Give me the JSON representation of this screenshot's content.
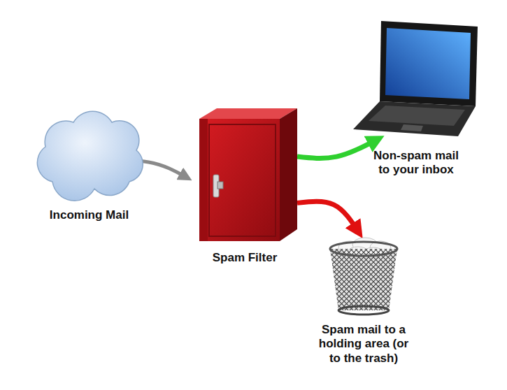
{
  "diagram": {
    "nodes": [
      {
        "text": [
          "Incoming Mail"
        ]
      },
      {
        "text": [
          "Spam Filter"
        ]
      },
      {
        "text": [
          "Non-spam mail to your inbox"
        ]
      },
      {
        "text": [
          "Spam mail to a holding area (or to the trash)"
        ]
      }
    ],
    "edges": [
      {
        "from": 0,
        "to": 1,
        "arrow": "to"
      },
      {
        "from": 1,
        "to": 2,
        "arrow": "to"
      },
      {
        "from": 1,
        "to": 3,
        "arrow": "to"
      }
    ]
  }
}
